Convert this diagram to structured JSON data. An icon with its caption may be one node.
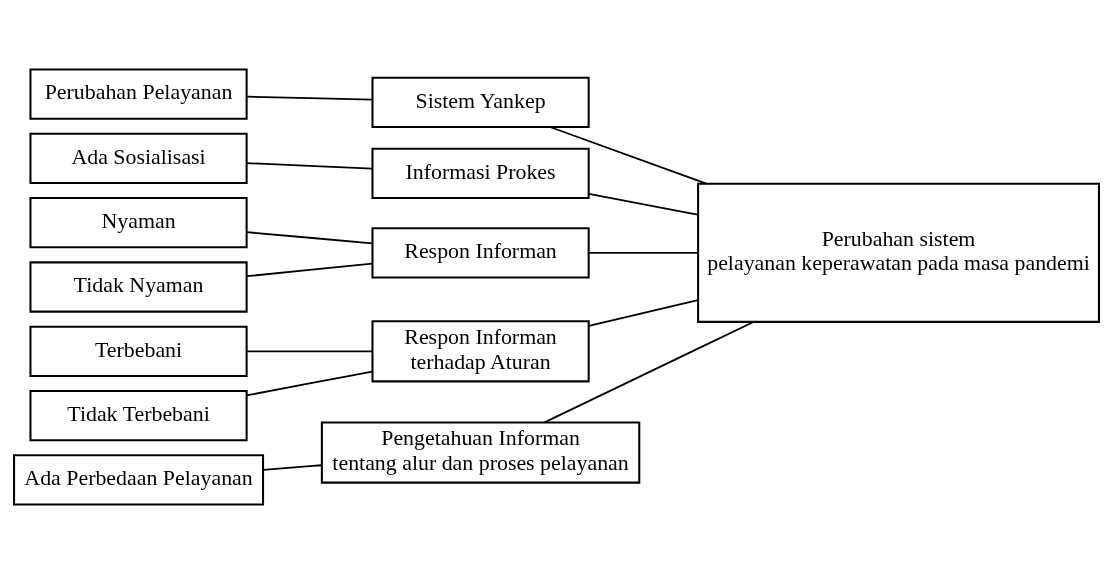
{
  "diagram": {
    "nodes": [
      {
        "text": [
          "Perubahan Pelayanan"
        ]
      },
      {
        "text": [
          "Sistem Yankep"
        ]
      },
      {
        "text": [
          "Ada Sosialisasi"
        ]
      },
      {
        "text": [
          "Informasi Prokes"
        ]
      },
      {
        "text": [
          "Nyaman"
        ]
      },
      {
        "text": [
          "Tidak Nyaman"
        ]
      },
      {
        "text": [
          "Respon Informan"
        ]
      },
      {
        "text": [
          "Terbebani"
        ]
      },
      {
        "text": [
          "Tidak Terbebani"
        ]
      },
      {
        "text": [
          "Respon Informan terhadap Aturan"
        ]
      },
      {
        "text": [
          "Ada Perbedaan Pelayanan"
        ]
      },
      {
        "text": [
          "Pengetahuan Informan tentang alur dan proses pelayanan"
        ]
      },
      {
        "text": [
          "Perubahan sistem pelayanan keperawatan pada masa pandemi"
        ]
      }
    ],
    "edges": [
      {
        "from": 0,
        "to": 1,
        "arrow": "none"
      },
      {
        "from": 2,
        "to": 3,
        "arrow": "none"
      },
      {
        "from": 4,
        "to": 6,
        "arrow": "none"
      },
      {
        "from": 5,
        "to": 6,
        "arrow": "none"
      },
      {
        "from": 7,
        "to": 9,
        "arrow": "none"
      },
      {
        "from": 8,
        "to": 9,
        "arrow": "none"
      },
      {
        "from": 10,
        "to": 11,
        "arrow": "none"
      },
      {
        "from": 1,
        "to": 12,
        "arrow": "none"
      },
      {
        "from": 3,
        "to": 12,
        "arrow": "none"
      },
      {
        "from": 6,
        "to": 12,
        "arrow": "none"
      },
      {
        "from": 9,
        "to": 12,
        "arrow": "none"
      },
      {
        "from": 11,
        "to": 12,
        "arrow": "none"
      }
    ]
  }
}
